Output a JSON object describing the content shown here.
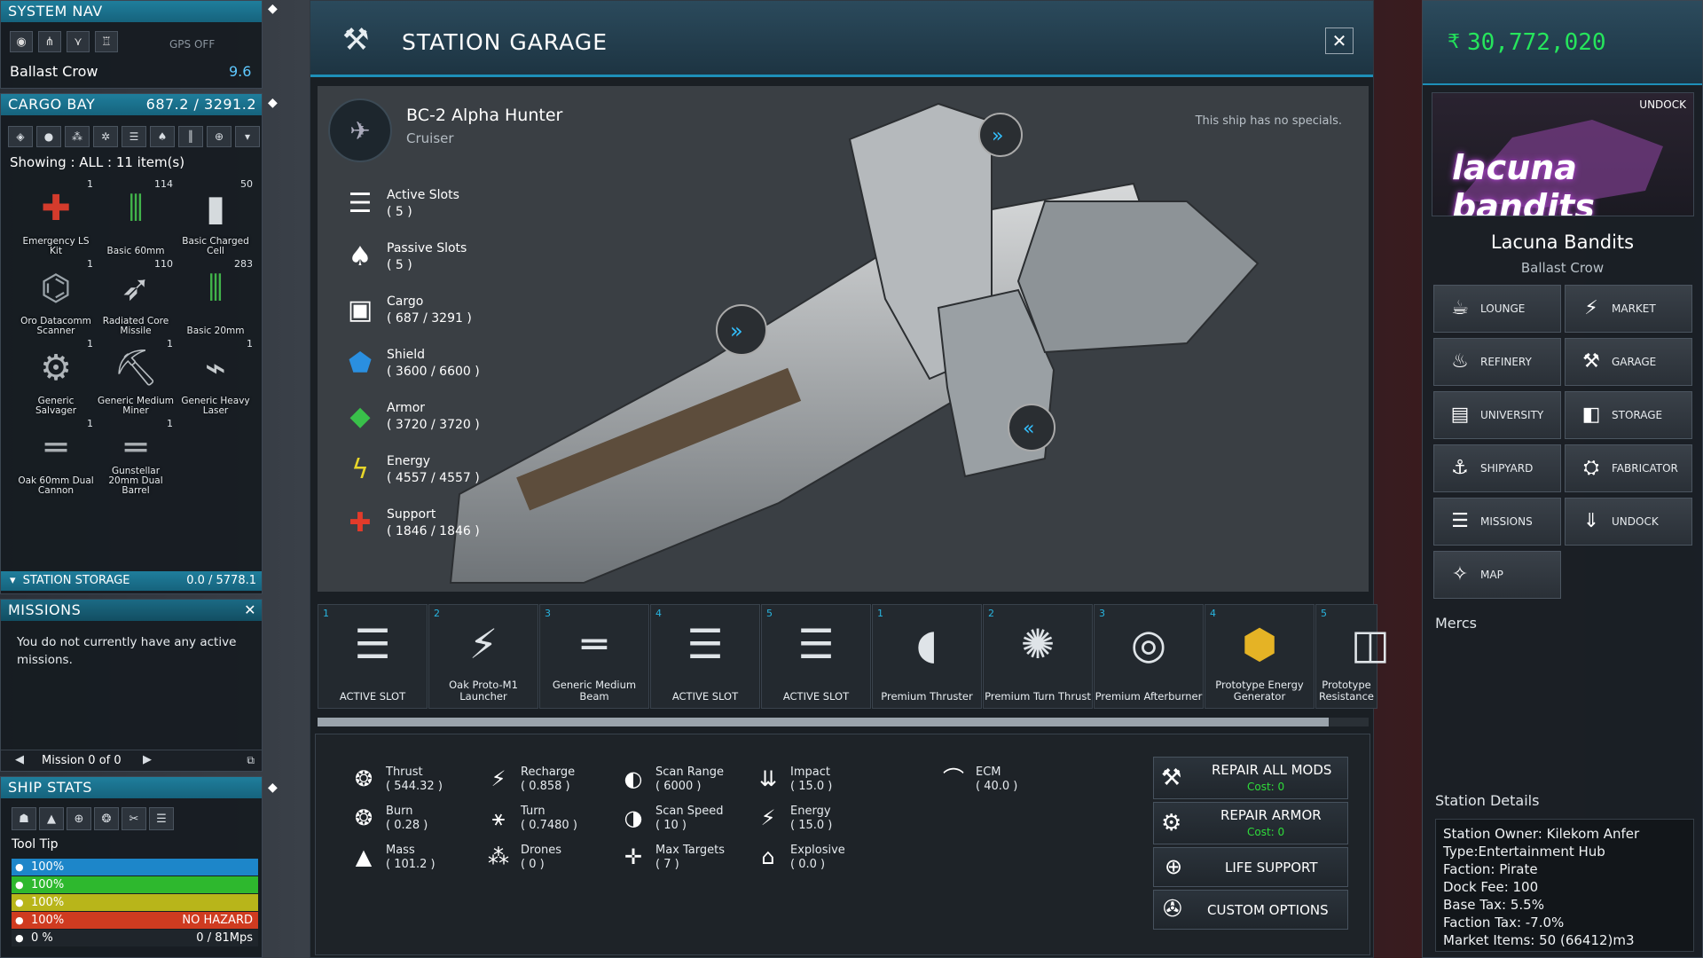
{
  "system_nav": {
    "title": "SYSTEM NAV",
    "gps": "GPS OFF",
    "location": "Ballast Crow",
    "value": "9.6"
  },
  "cargo_bay": {
    "title": "CARGO BAY",
    "capacity": "687.2 / 3291.2",
    "showing": "Showing : ALL : 11 item(s)",
    "items": [
      {
        "name": "Emergency LS Kit",
        "qty": "1",
        "icon": "medkit-icon"
      },
      {
        "name": "Basic 60mm",
        "qty": "114",
        "icon": "ammo-icon"
      },
      {
        "name": "Basic Charged Cell",
        "qty": "50",
        "icon": "battery-icon"
      },
      {
        "name": "Oro Datacomm Scanner",
        "qty": "1",
        "icon": "scanner-icon"
      },
      {
        "name": "Radiated Core Missile",
        "qty": "110",
        "icon": "missile-icon"
      },
      {
        "name": "Basic 20mm",
        "qty": "283",
        "icon": "ammo-icon"
      },
      {
        "name": "Generic Salvager",
        "qty": "1",
        "icon": "salvager-icon"
      },
      {
        "name": "Generic Medium Miner",
        "qty": "1",
        "icon": "miner-icon"
      },
      {
        "name": "Generic Heavy Laser",
        "qty": "1",
        "icon": "laser-icon"
      },
      {
        "name": "Oak 60mm Dual Cannon",
        "qty": "1",
        "icon": "cannon-icon"
      },
      {
        "name": "Gunstellar 20mm Dual Barrel",
        "qty": "1",
        "icon": "cannon-icon"
      }
    ]
  },
  "station_storage": {
    "title": "STATION STORAGE",
    "capacity": "0.0 / 5778.1"
  },
  "missions": {
    "title": "MISSIONS",
    "text": "You do not currently have any active missions.",
    "pager": "Mission 0 of 0"
  },
  "ship_stats": {
    "title": "SHIP STATS",
    "tooltip": "Tool Tip",
    "bars": [
      {
        "label": "100%",
        "right": "",
        "color": "#1d86c9"
      },
      {
        "label": "100%",
        "right": "",
        "color": "#2eb82e"
      },
      {
        "label": "100%",
        "right": "",
        "color": "#b8b51a"
      },
      {
        "label": "100%",
        "right": "NO HAZARD",
        "color": "#cf3b20"
      },
      {
        "label": "0 %",
        "right": "0 / 81Mps",
        "color": "#1f252b"
      }
    ]
  },
  "garage": {
    "title": "STATION GARAGE",
    "ship_name": "BC-2 Alpha Hunter",
    "ship_class": "Cruiser",
    "specials": "This ship has no specials.",
    "attrs": [
      {
        "name": "Active Slots",
        "value": "( 5 )"
      },
      {
        "name": "Passive Slots",
        "value": "( 5 )"
      },
      {
        "name": "Cargo",
        "value": "( 687 / 3291 )"
      },
      {
        "name": "Shield",
        "value": "( 3600 / 6600 )"
      },
      {
        "name": "Armor",
        "value": "( 3720 / 3720 )"
      },
      {
        "name": "Energy",
        "value": "( 4557 / 4557 )"
      },
      {
        "name": "Support",
        "value": "( 1846 / 1846 )"
      }
    ],
    "slots": [
      {
        "n": "1",
        "name": "ACTIVE SLOT"
      },
      {
        "n": "2",
        "name": "Oak Proto-M1 Launcher"
      },
      {
        "n": "3",
        "name": "Generic Medium Beam"
      },
      {
        "n": "4",
        "name": "ACTIVE SLOT"
      },
      {
        "n": "5",
        "name": "ACTIVE SLOT"
      },
      {
        "n": "1",
        "name": "Premium Thruster"
      },
      {
        "n": "2",
        "name": "Premium Turn Thrust"
      },
      {
        "n": "3",
        "name": "Premium Afterburner"
      },
      {
        "n": "4",
        "name": "Prototype Energy Generator"
      },
      {
        "n": "5",
        "name": "Prototype Resistance"
      }
    ],
    "stats": [
      {
        "name": "Thrust",
        "value": "( 544.32 )"
      },
      {
        "name": "Burn",
        "value": "( 0.28 )"
      },
      {
        "name": "Mass",
        "value": "( 101.2 )"
      },
      {
        "name": "Recharge",
        "value": "( 0.858 )"
      },
      {
        "name": "Turn",
        "value": "( 0.7480 )"
      },
      {
        "name": "Drones",
        "value": "( 0 )"
      },
      {
        "name": "Scan Range",
        "value": "( 6000 )"
      },
      {
        "name": "Scan Speed",
        "value": "( 10 )"
      },
      {
        "name": "Max Targets",
        "value": "( 7 )"
      },
      {
        "name": "Impact",
        "value": "( 15.0 )"
      },
      {
        "name": "Energy",
        "value": "( 15.0 )"
      },
      {
        "name": "Explosive",
        "value": "( 0.0 )"
      },
      {
        "name": "ECM",
        "value": "( 40.0 )"
      }
    ],
    "actions": {
      "repair_all": "REPAIR ALL MODS",
      "repair_all_cost": "Cost: 0",
      "repair_armor": "REPAIR ARMOR",
      "repair_armor_cost": "Cost: 0",
      "life_support": "LIFE SUPPORT",
      "custom": "CUSTOM OPTIONS"
    }
  },
  "station": {
    "credits": "30,772,020",
    "undock_top": "UNDOCK",
    "logo_text": "lacuna bandits",
    "name": "Lacuna Bandits",
    "system": "Ballast Crow",
    "services": [
      "LOUNGE",
      "MARKET",
      "REFINERY",
      "GARAGE",
      "UNIVERSITY",
      "STORAGE",
      "SHIPYARD",
      "FABRICATOR",
      "MISSIONS",
      "UNDOCK",
      "MAP"
    ],
    "mercs": "Mercs",
    "details_title": "Station Details",
    "details": [
      "Station Owner: Kilekom Anfer",
      "Type:Entertainment Hub",
      "Faction: Pirate",
      "Dock Fee: 100",
      "Base Tax: 5.5%",
      "Faction Tax: -7.0%",
      "Market Items: 50 (66412)m3"
    ]
  }
}
